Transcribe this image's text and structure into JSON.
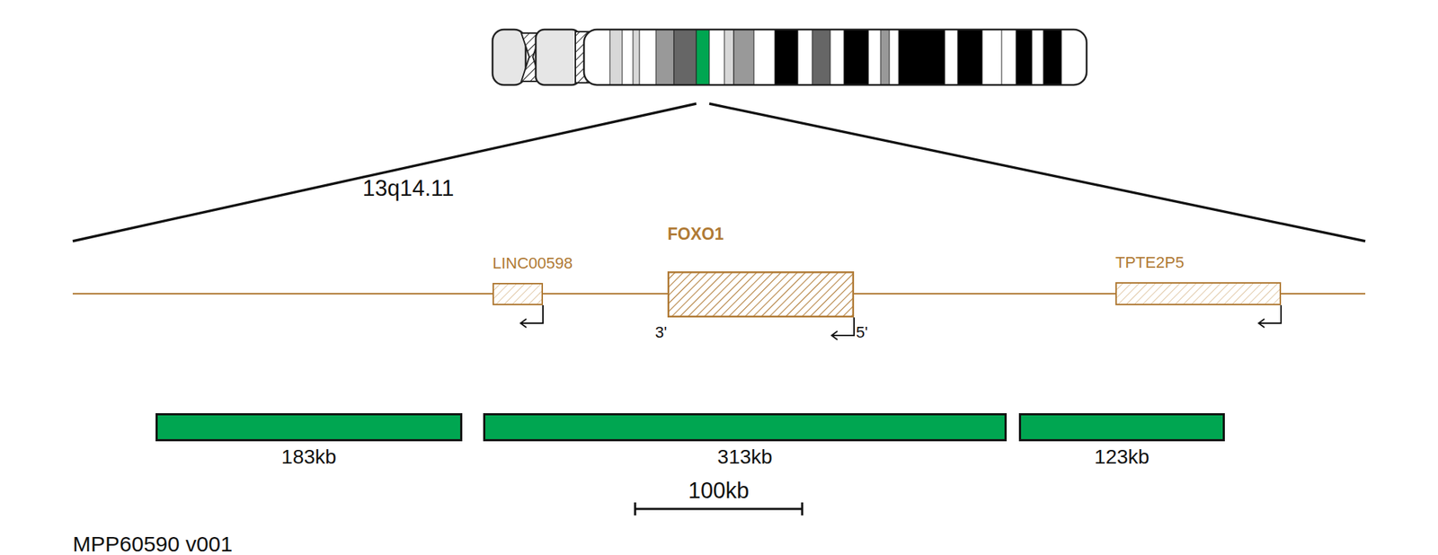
{
  "diagram": {
    "nodes": [
      {
        "text": [
          "LINC00598"
        ]
      },
      {
        "text": [
          "FOXO1"
        ]
      },
      {
        "text": [
          "TPTE2P5"
        ]
      },
      {
        "text": [
          "183kb"
        ]
      },
      {
        "text": [
          "313kb"
        ]
      },
      {
        "text": [
          "123kb"
        ]
      }
    ],
    "labels": [
      "13q14.11",
      "3'",
      "5'",
      "100kb",
      "MPP60590 v001"
    ]
  }
}
